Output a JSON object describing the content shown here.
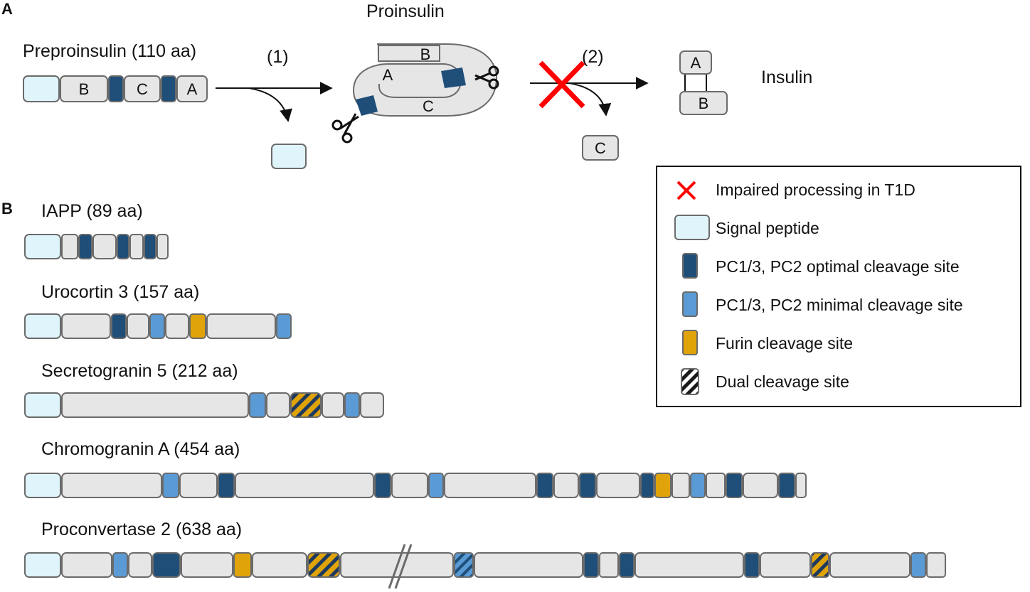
{
  "panel_a": {
    "letter": "A",
    "preproinsulin_label": "Preproinsulin (110 aa)",
    "step1": "(1)",
    "step2": "(2)",
    "proinsulin_label": "Proinsulin",
    "insulin_label": "Insulin",
    "chain_b": "B",
    "chain_c": "C",
    "chain_a": "A"
  },
  "panel_b": {
    "letter": "B",
    "proteins": [
      {
        "name": "IAPP (89 aa)",
        "segments": [
          {
            "type": "signal",
            "w": 50
          },
          {
            "type": "gray",
            "w": 22
          },
          {
            "type": "optimal",
            "w": 18
          },
          {
            "type": "gray",
            "w": 32
          },
          {
            "type": "optimal",
            "w": 16
          },
          {
            "type": "gray",
            "w": 18
          },
          {
            "type": "optimal",
            "w": 16
          },
          {
            "type": "gray",
            "w": 15
          }
        ]
      },
      {
        "name": "Urocortin 3 (157 aa)",
        "segments": [
          {
            "type": "signal",
            "w": 50
          },
          {
            "type": "gray",
            "w": 68
          },
          {
            "type": "optimal",
            "w": 20
          },
          {
            "type": "gray",
            "w": 30
          },
          {
            "type": "minimal",
            "w": 20
          },
          {
            "type": "gray",
            "w": 32
          },
          {
            "type": "furin",
            "w": 22
          },
          {
            "type": "gray",
            "w": 96
          },
          {
            "type": "minimal",
            "w": 20
          }
        ]
      },
      {
        "name": "Secretogranin 5 (212 aa)",
        "segments": [
          {
            "type": "signal",
            "w": 50
          },
          {
            "type": "gray",
            "w": 262
          },
          {
            "type": "minimal",
            "w": 22
          },
          {
            "type": "gray",
            "w": 32
          },
          {
            "type": "dual",
            "w": 42
          },
          {
            "type": "gray",
            "w": 30
          },
          {
            "type": "minimal",
            "w": 20
          },
          {
            "type": "gray",
            "w": 32
          }
        ]
      },
      {
        "name": "Chromogranin A (454 aa)",
        "segments": [
          {
            "type": "signal",
            "w": 50
          },
          {
            "type": "gray",
            "w": 140
          },
          {
            "type": "minimal",
            "w": 22
          },
          {
            "type": "gray",
            "w": 52
          },
          {
            "type": "optimal",
            "w": 22
          },
          {
            "type": "gray",
            "w": 194
          },
          {
            "type": "optimal",
            "w": 22
          },
          {
            "type": "gray",
            "w": 50
          },
          {
            "type": "minimal",
            "w": 20
          },
          {
            "type": "gray",
            "w": 128
          },
          {
            "type": "optimal",
            "w": 22
          },
          {
            "type": "gray",
            "w": 34
          },
          {
            "type": "optimal",
            "w": 22
          },
          {
            "type": "gray",
            "w": 60
          },
          {
            "type": "optimal",
            "w": 18
          },
          {
            "type": "furin",
            "w": 22
          },
          {
            "type": "gray",
            "w": 24
          },
          {
            "type": "minimal",
            "w": 20
          },
          {
            "type": "gray",
            "w": 26
          },
          {
            "type": "optimal",
            "w": 22
          },
          {
            "type": "gray",
            "w": 48
          },
          {
            "type": "optimal",
            "w": 22
          },
          {
            "type": "gray",
            "w": 14
          }
        ]
      },
      {
        "name": "Proconvertase 2 (638 aa)",
        "segments": [
          {
            "type": "signal",
            "w": 50
          },
          {
            "type": "gray",
            "w": 70
          },
          {
            "type": "minimal",
            "w": 20
          },
          {
            "type": "gray",
            "w": 32
          },
          {
            "type": "optimal",
            "w": 38
          },
          {
            "type": "gray",
            "w": 72
          },
          {
            "type": "furin",
            "w": 24
          },
          {
            "type": "gray",
            "w": 76
          },
          {
            "type": "dual",
            "w": 44
          },
          {
            "type": "gray",
            "w": 158
          },
          {
            "type": "dual_blue",
            "w": 26
          },
          {
            "type": "gray",
            "w": 152
          },
          {
            "type": "optimal",
            "w": 20
          },
          {
            "type": "gray",
            "w": 26
          },
          {
            "type": "optimal",
            "w": 20
          },
          {
            "type": "gray",
            "w": 152
          },
          {
            "type": "optimal",
            "w": 20
          },
          {
            "type": "gray",
            "w": 70
          },
          {
            "type": "dual",
            "w": 24
          },
          {
            "type": "gray",
            "w": 112
          },
          {
            "type": "minimal",
            "w": 20
          },
          {
            "type": "gray",
            "w": 26
          }
        ]
      }
    ]
  },
  "legend": {
    "items": [
      {
        "key": "impaired",
        "label": "Impaired processing in T1D"
      },
      {
        "key": "signal",
        "label": "Signal peptide"
      },
      {
        "key": "optimal",
        "label": "PC1/3, PC2 optimal cleavage site"
      },
      {
        "key": "minimal",
        "label": "PC1/3, PC2 minimal cleavage site"
      },
      {
        "key": "furin",
        "label": "Furin cleavage site"
      },
      {
        "key": "dual",
        "label": "Dual cleavage site"
      }
    ]
  },
  "colors": {
    "signal": "#dff4fb",
    "gray": "#e6e6e6",
    "optimal": "#1f4e79",
    "minimal": "#5b9bd5",
    "furin": "#e0a40a",
    "dual_stripe": "#1a1a1a",
    "stroke": "#6b6b6b",
    "red_x": "#ff0000"
  }
}
